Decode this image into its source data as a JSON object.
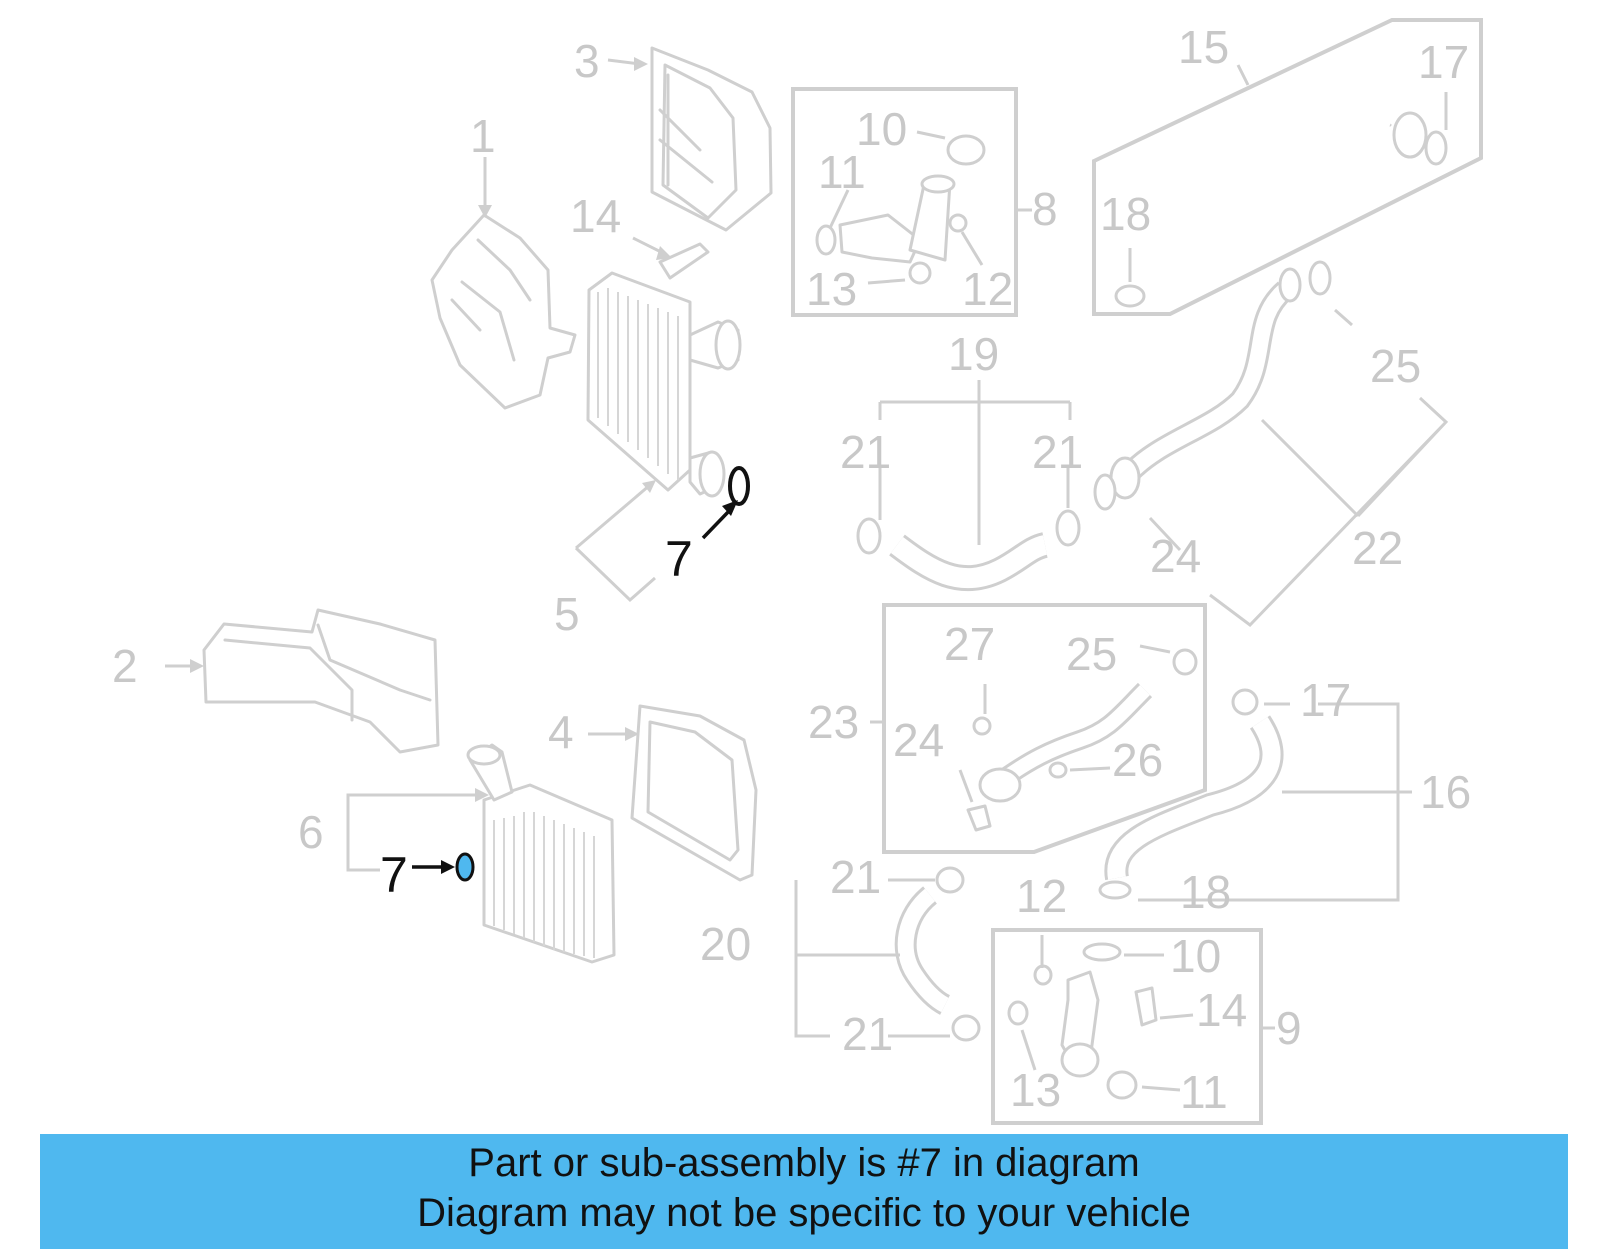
{
  "callouts": {
    "c1": "1",
    "c2": "2",
    "c3": "3",
    "c4": "4",
    "c5": "5",
    "c6": "6",
    "c7a": "7",
    "c7b": "7",
    "c8": "8",
    "c9": "9",
    "c10a": "10",
    "c10b": "10",
    "c11a": "11",
    "c11b": "11",
    "c12a": "12",
    "c12b": "12",
    "c13a": "13",
    "c13b": "13",
    "c14a": "14",
    "c14b": "14",
    "c15": "15",
    "c16": "16",
    "c17a": "17",
    "c17b": "17",
    "c18a": "18",
    "c18b": "18",
    "c19": "19",
    "c20": "20",
    "c21a": "21",
    "c21b": "21",
    "c21c": "21",
    "c21d": "21",
    "c22": "22",
    "c23": "23",
    "c24a": "24",
    "c24b": "24",
    "c25a": "25",
    "c25b": "25",
    "c26": "26",
    "c27": "27"
  },
  "highlight_part": "7",
  "colors": {
    "banner": "#4fb8ef",
    "line_art": "#cfcfcf",
    "highlight": "#111111",
    "highlight_fill": "#4fb8ef"
  },
  "banner": {
    "line1": "Part or sub-assembly is #7 in diagram",
    "line2": "Diagram may not be specific to your vehicle"
  }
}
